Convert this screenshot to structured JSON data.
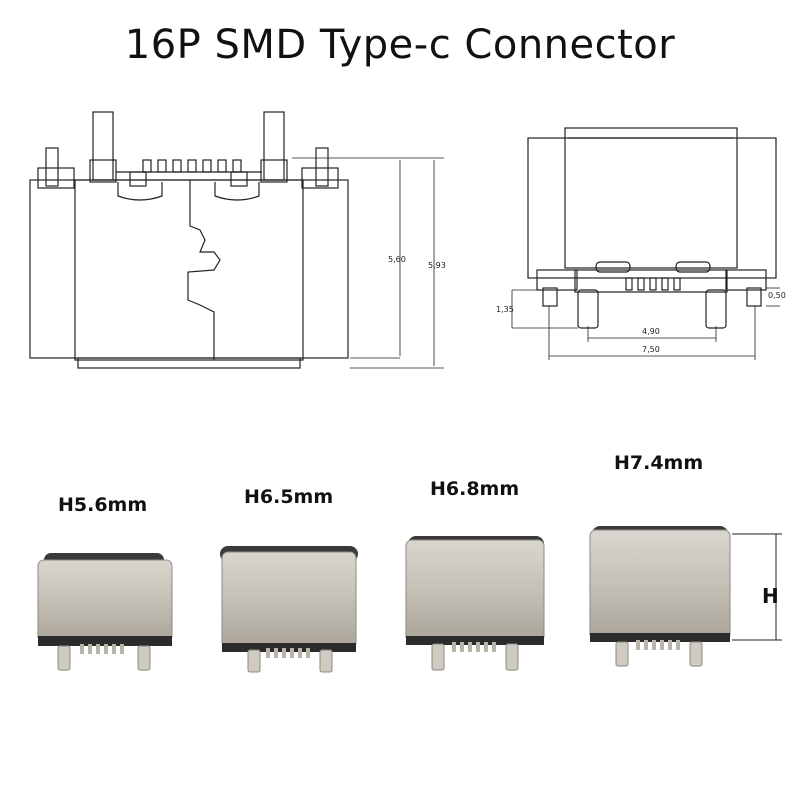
{
  "title": "16P SMD Type-c  Connector",
  "front_view": {
    "dim_inner": "5,60",
    "dim_outer": "5,93"
  },
  "side_view": {
    "dim_left": "1,35",
    "dim_right": "0,50",
    "dim_inner_width": "4,90",
    "dim_outer_width": "7,50"
  },
  "products": [
    {
      "label": "H5.6mm"
    },
    {
      "label": "H6.5mm"
    },
    {
      "label": "H6.8mm"
    },
    {
      "label": "H7.4mm"
    }
  ],
  "height_marker": "H"
}
